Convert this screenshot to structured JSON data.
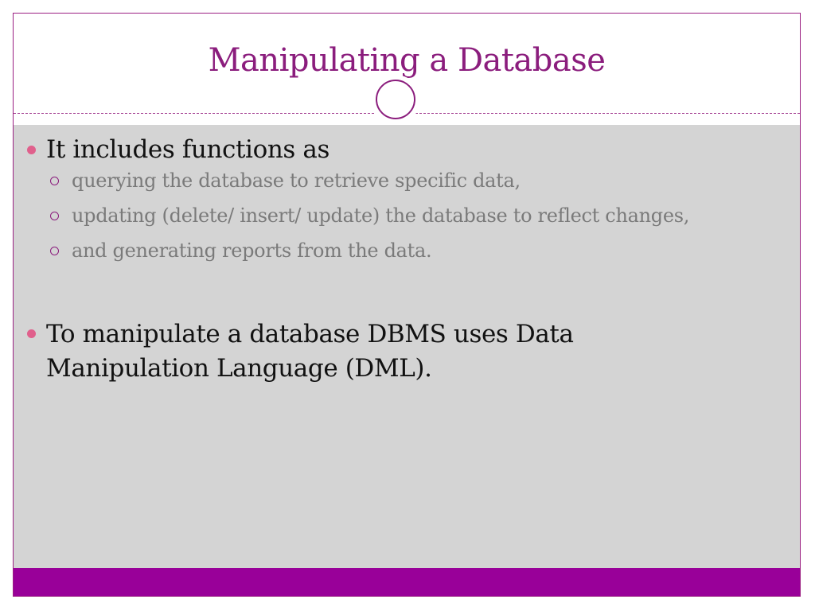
{
  "slide": {
    "title": "Manipulating a Database",
    "bullets": [
      {
        "text": "It includes functions as",
        "sub": [
          "querying the database to retrieve specific data,",
          "updating (delete/ insert/ update) the database to reflect changes,",
          "and generating reports from the data."
        ]
      },
      {
        "text": "To manipulate a database DBMS uses Data Manipulation Language (DML)."
      }
    ]
  },
  "theme": {
    "title_color": "#8b1d7d",
    "content_background": "#d4d4d4",
    "footer_color": "#990099",
    "bullet_color": "#e0608c"
  }
}
